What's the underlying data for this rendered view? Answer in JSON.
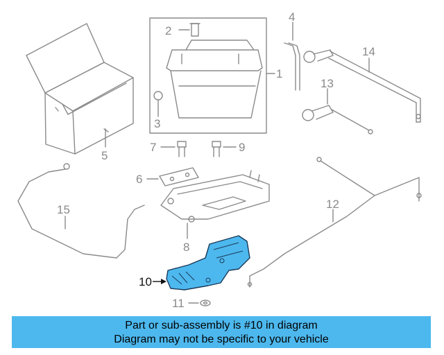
{
  "labels": {
    "part_1": "1",
    "part_2": "2",
    "part_3": "3",
    "part_4": "4",
    "part_5": "5",
    "part_6": "6",
    "part_7": "7",
    "part_8": "8",
    "part_9": "9",
    "part_10": "10",
    "part_11": "11",
    "part_12": "12",
    "part_13": "13",
    "part_14": "14",
    "part_15": "15"
  },
  "highlight_color": "#4db8ee",
  "line_color": "#8a8a8a",
  "caption": {
    "line1": "Part or sub-assembly is #10 in diagram",
    "line2": "Diagram may not be specific to your vehicle"
  }
}
